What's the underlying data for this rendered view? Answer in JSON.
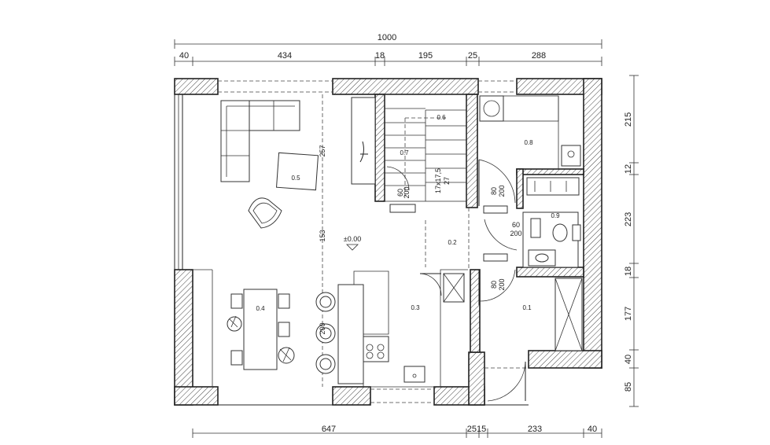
{
  "dimensions": {
    "top_total": "1000",
    "top_segments": [
      "40",
      "434",
      "18",
      "195",
      "25",
      "288"
    ],
    "bottom_segments": [
      "647",
      "2515",
      "233",
      "40"
    ],
    "right_segments": [
      "215",
      "12",
      "223",
      "18",
      "177",
      "40",
      "85"
    ],
    "inner_257": "257",
    "inner_153": "153",
    "inner_200": "200"
  },
  "rooms": {
    "r01": "0.1",
    "r02": "0.2",
    "r03": "0.3",
    "r04": "0.4",
    "r05": "0.5",
    "r06": "0.6",
    "r07": "0.7",
    "r08": "0.8",
    "r09": "0.9"
  },
  "annotations": {
    "level": "±0.00",
    "stairs": "17x17,5",
    "stairs_2": "27",
    "door_80_200": [
      "80",
      "200"
    ],
    "door_60_200": [
      "60",
      "200"
    ]
  },
  "colors": {
    "line": "#222222",
    "background": "#ffffff"
  }
}
